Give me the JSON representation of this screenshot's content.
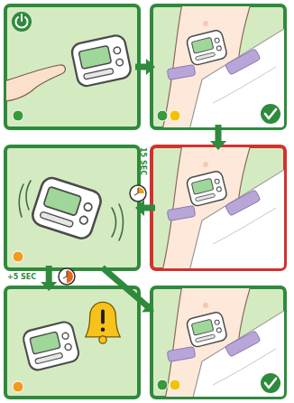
{
  "diagram": {
    "nodes": [
      {
        "text": []
      },
      {
        "text": []
      },
      {
        "text": []
      },
      {
        "text": []
      },
      {
        "text": []
      },
      {
        "text": []
      }
    ],
    "edges": [
      {
        "from": 0,
        "to": 1,
        "arrow": "to"
      },
      {
        "from": 1,
        "to": 2,
        "arrow": "to"
      },
      {
        "from": 2,
        "to": 3,
        "arrow": "to",
        "label": "15 SEC"
      },
      {
        "from": 3,
        "to": 4,
        "arrow": "to",
        "label": "+5 SEC"
      },
      {
        "from": 3,
        "to": 5,
        "arrow": "to"
      }
    ]
  }
}
